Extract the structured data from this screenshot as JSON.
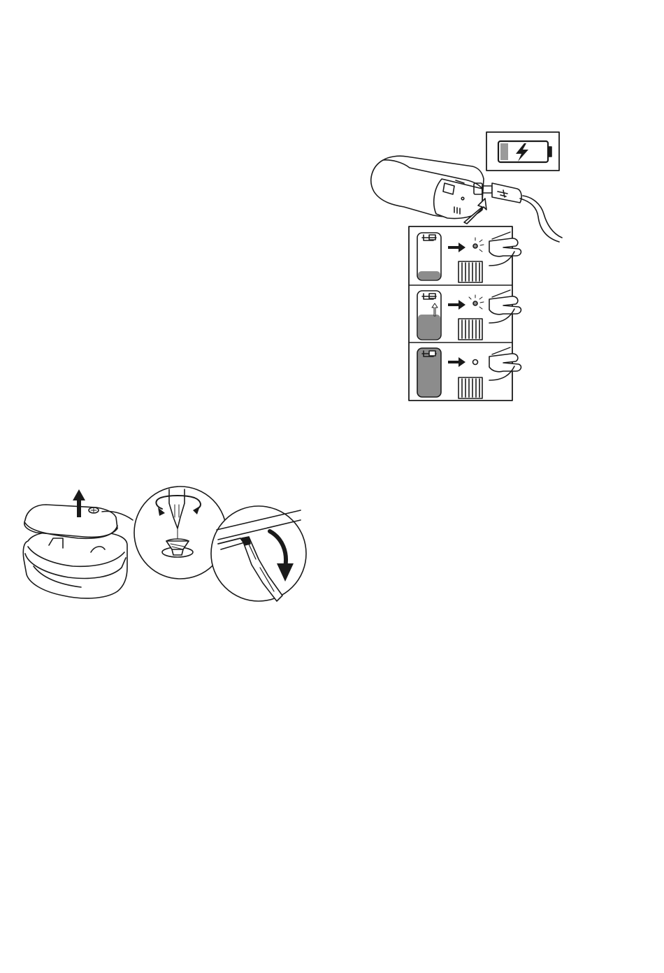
{
  "page": {
    "background": "#ffffff",
    "ink": "#1a1a1a"
  },
  "figures": [
    {
      "id": "battery-charging",
      "icons": [
        "battery-pack-icon",
        "usb-cable-icon",
        "battery-charging-icon",
        "finger-press-icon",
        "led-icon"
      ],
      "states": [
        {
          "charge_level": 0.15,
          "led": "blinking"
        },
        {
          "charge_level": 0.55,
          "led": "blinking-charging"
        },
        {
          "charge_level": 1.0,
          "led": "off"
        }
      ],
      "colors": {
        "charge_fill": "#8c8c8c",
        "battery_icon_level": "#9a9a9a"
      }
    },
    {
      "id": "lid-removal",
      "icons": [
        "storage-case-icon",
        "up-arrow-icon",
        "screwdriver-icon",
        "screw-icon",
        "rotate-arrow-icon",
        "flat-screwdriver-icon",
        "down-arrow-icon"
      ]
    }
  ]
}
